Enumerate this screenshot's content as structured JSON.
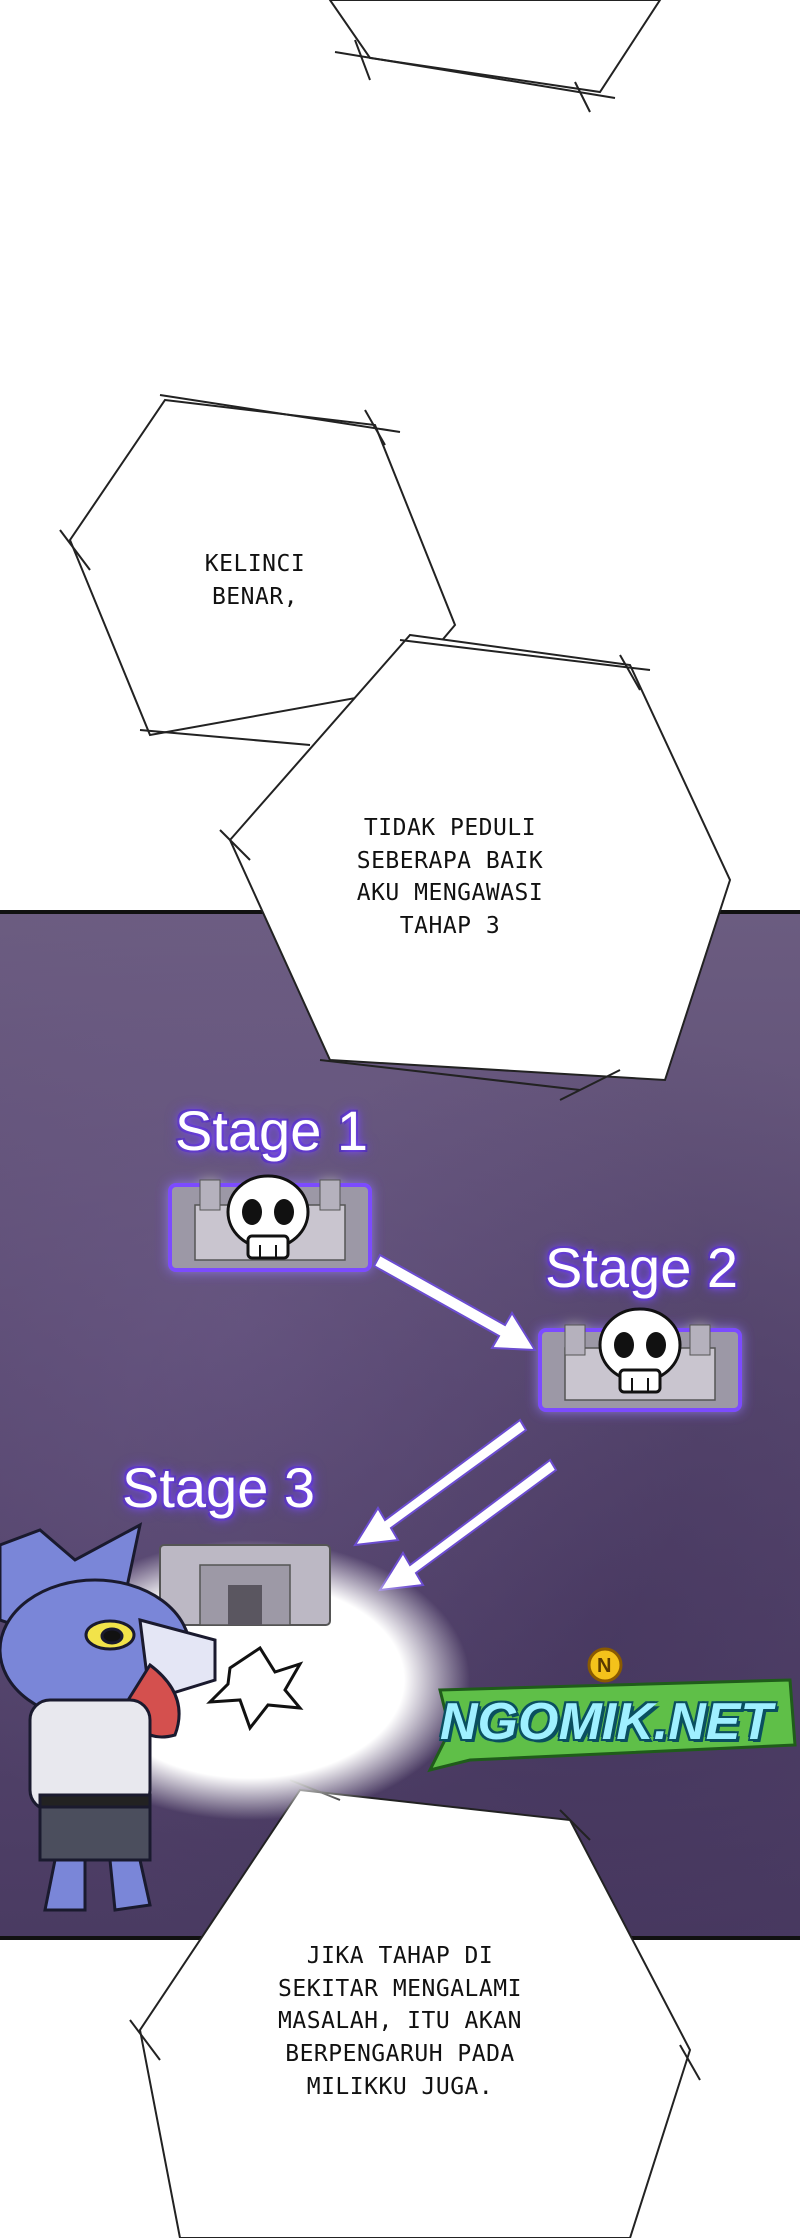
{
  "bubbles": [
    {
      "text": "KELINCI\nBENAR,"
    },
    {
      "text": "TIDAK PEDULI\nSEBERAPA BAIK\nAKU MENGAWASI\nTAHAP 3"
    },
    {
      "text": "JIKA TAHAP DI\nSEKITAR MENGALAMI\nMASALAH, ITU AKAN\nBERPENGARUH PADA\nMILIKKU JUGA."
    }
  ],
  "stages": [
    {
      "label": "Stage 1"
    },
    {
      "label": "Stage 2"
    },
    {
      "label": "Stage 3"
    }
  ],
  "watermark": {
    "text": "NGOMIK.NET",
    "badge": "N"
  },
  "colors": {
    "panel": "#5a4a72",
    "stage_glow": "#8a56ff",
    "watermark": "#9ff0ff",
    "character": "#7a86d8"
  }
}
